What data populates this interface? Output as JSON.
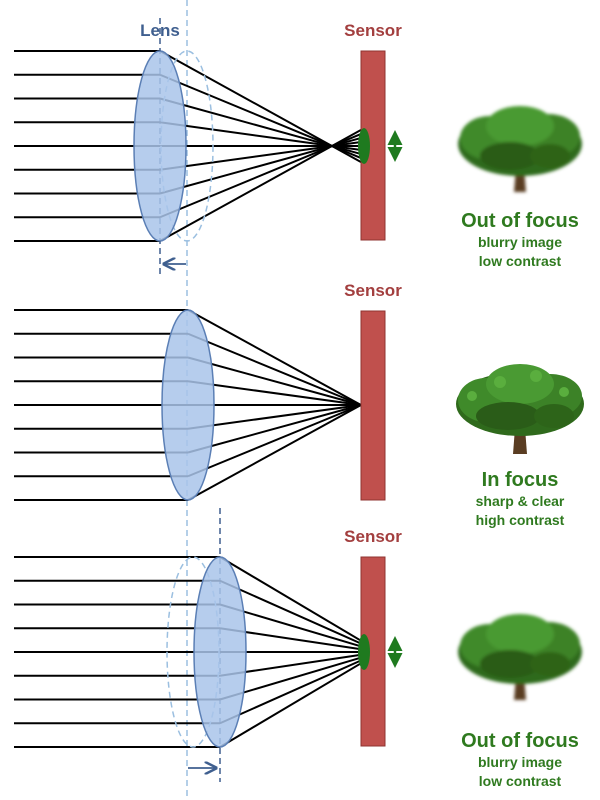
{
  "labels": {
    "lens": "Lens",
    "sensor": "Sensor"
  },
  "panels": [
    {
      "state": "Out of focus",
      "line1": "blurry image",
      "line2": "low contrast",
      "tree": "tree-blurry-image"
    },
    {
      "state": "In focus",
      "line1": "sharp & clear",
      "line2": "high contrast",
      "tree": "tree-sharp-image"
    },
    {
      "state": "Out of focus",
      "line1": "blurry image",
      "line2": "low contrast",
      "tree": "tree-blurry-image"
    }
  ],
  "icons": {
    "lens_shift_arrow": "left-arrow-icon / right-arrow-icon",
    "blur_spot_arrow": "double-arrow-icon"
  },
  "colors": {
    "lens_fill": "#a9c4ea",
    "lens_stroke": "#5b7fb5",
    "guide_dashed": "#9bbfe0",
    "sensor": "#c0504d",
    "rays": "#000000",
    "blur_spot": "#1f7a1f",
    "caption_green": "#2f7a1f"
  }
}
